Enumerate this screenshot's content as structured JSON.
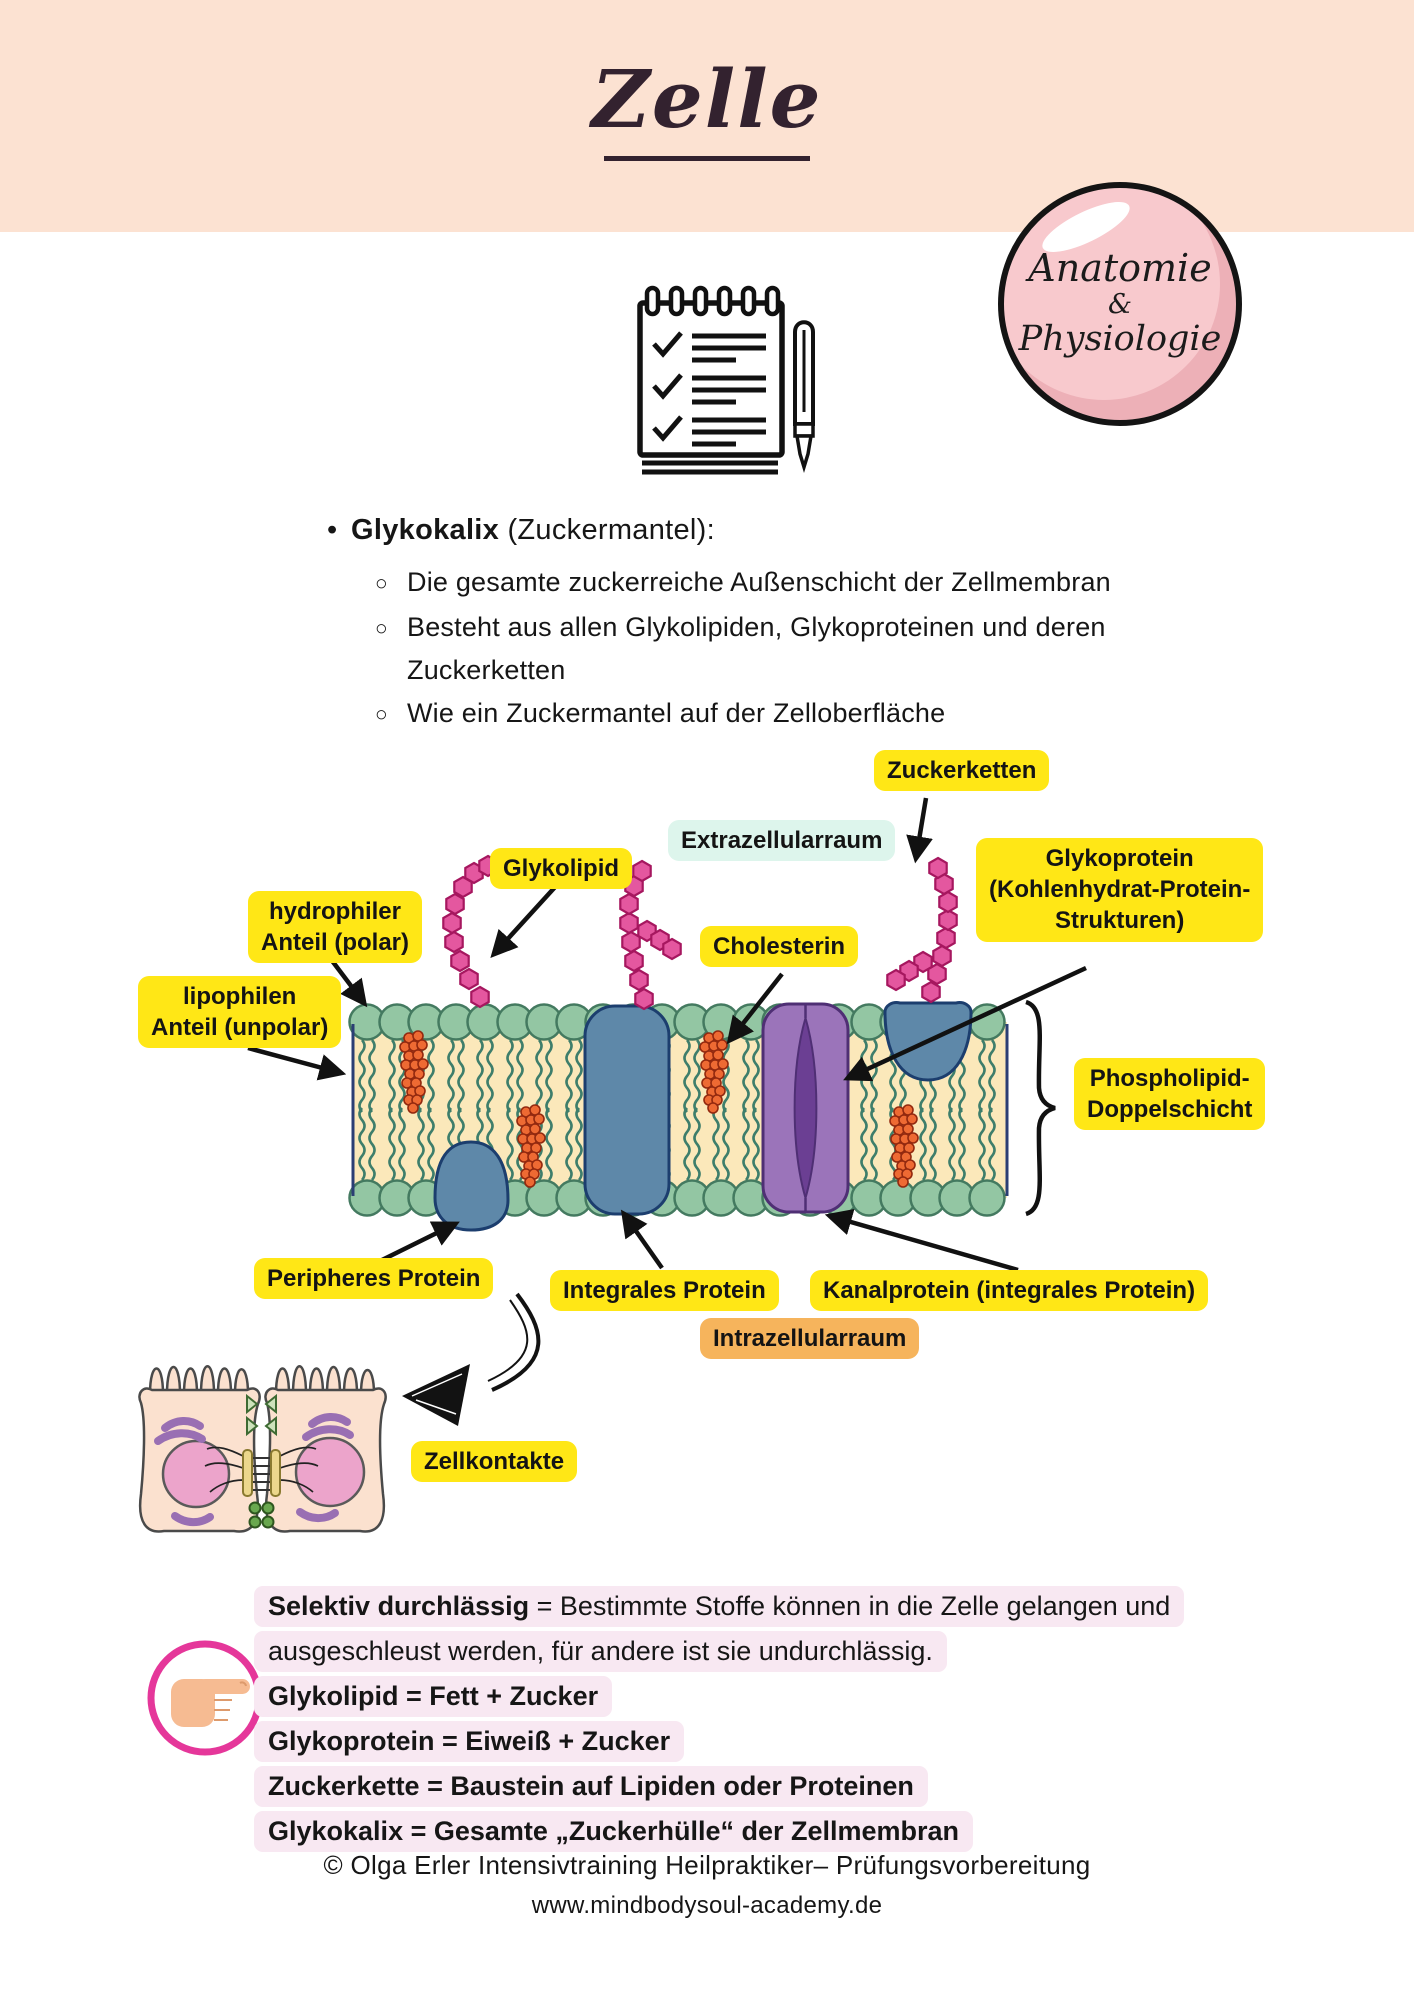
{
  "header": {
    "title": "Zelle"
  },
  "badge": {
    "lines": [
      "Anatomie",
      "&",
      "Physiologie"
    ]
  },
  "notes": {
    "heading_bold": "Glykokalix",
    "heading_rest": " (Zuckermantel):",
    "sub_bullets": [
      "Die gesamte zuckerreiche Außenschicht der Zellmembran",
      "Besteht aus allen Glykolipiden, Glykoproteinen und deren Zuckerketten",
      "Wie ein Zuckermantel auf der Zelloberfläche"
    ]
  },
  "diagram": {
    "labels": {
      "zuckerketten": "Zuckerketten",
      "extrazellularraum": "Extrazellularraum",
      "glykoprotein": [
        "Glykoprotein",
        "(Kohlenhydrat-Protein-",
        "Strukturen)"
      ],
      "glykolipid": "Glykolipid",
      "cholesterin": "Cholesterin",
      "hydrophiler": [
        "hydrophiler",
        "Anteil (polar)"
      ],
      "lipophilen": [
        "lipophilen",
        "Anteil (unpolar)"
      ],
      "phospholipid": [
        "Phospholipid-",
        "Doppelschicht"
      ],
      "peripheres": "Peripheres Protein",
      "integrales": "Integrales Protein",
      "kanalprotein": "Kanalprotein (integrales Protein)",
      "intrazellularraum": "Intrazellularraum",
      "zellkontakte": "Zellkontakte"
    },
    "colors": {
      "label_yellow": "#ffe716",
      "label_mint": "#ddf5ec",
      "label_orange": "#f6b45c",
      "membrane_cream": "#fbe8ba",
      "head_green": "#93c6a3",
      "tail_teal": "#3e7e6b",
      "protein_blue": "#5e88a9",
      "channel_purple": "#9b74ba",
      "channel_purple_dark": "#6b3f93",
      "sugar_pink": "#e4579f",
      "cholesterol_orange": "#ee6a33",
      "banner_peach": "#fce2d2",
      "badge_pink": "#f8c9cd",
      "summary_pink": "#f8e8f2",
      "hand_ring_pink": "#e5379a"
    }
  },
  "summary": {
    "selektiv_bold": "Selektiv durchlässig",
    "selektiv_rest": " = Bestimmte Stoffe können in die Zelle gelangen und",
    "line2": "ausgeschleust werden, für andere ist sie undurchlässig.",
    "bold_lines": [
      "Glykolipid = Fett + Zucker",
      "Glykoprotein = Eiweiß + Zucker",
      "Zuckerkette = Baustein auf Lipiden oder Proteinen",
      "Glykokalix = Gesamte „Zuckerhülle“ der Zellmembran"
    ]
  },
  "footer": {
    "line1": "© Olga Erler Intensivtraining Heilpraktiker– Prüfungsvorbereitung",
    "line2": "www.mindbodysoul-academy.de"
  }
}
